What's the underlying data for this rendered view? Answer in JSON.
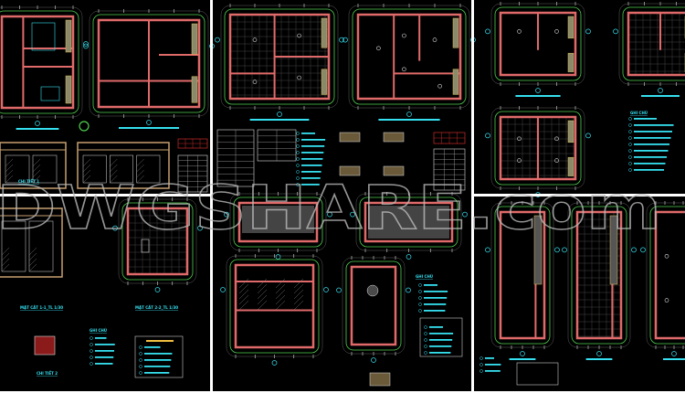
{
  "watermark": "DWGSHARE.com",
  "colors": {
    "background": "#000000",
    "wall": "#e06a6a",
    "offset_line": "#4fd04f",
    "text": "#35e0f0",
    "dimension": "#dddddd",
    "divider": "#ffffff"
  },
  "labels": {
    "section_1": "MẶT CẮT 1-1_TL 1/30",
    "section_2": "MẶT CẮT 2-2_TL 1/30",
    "notes_title": "GHI CHÚ",
    "detail_1": "CHI TIẾT 1",
    "detail_2": "CHI TIẾT 2"
  }
}
